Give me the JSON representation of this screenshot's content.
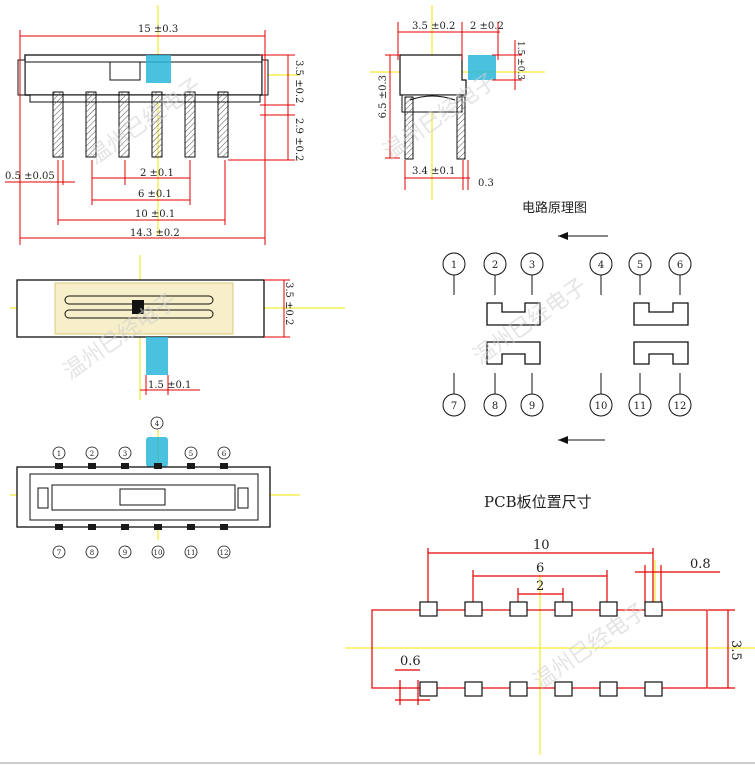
{
  "colors": {
    "red": "#e60000",
    "yellow": "#f2e600",
    "cyan": "#29b6d9",
    "black": "#111111",
    "hatch": "#555555"
  },
  "front": {
    "total_width": "15 ±0.3",
    "height_top": "3.5 ±0.2",
    "leg_len": "2.9 ±0.2",
    "pin_w": "0.5 ±0.05",
    "pitch": "2 ±0.1",
    "span6": "6 ±0.1",
    "span10": "10 ±0.1",
    "span143": "14.3 ±0.2"
  },
  "side": {
    "w35": "3.5 ±0.2",
    "w2": "2 ±0.2",
    "h15": "1.5 ±0.3",
    "h65": "6.5 ±0.3",
    "w34": "3.4 ±0.1",
    "w03": "0.3"
  },
  "top": {
    "h35": "3.5 ±0.2",
    "knob": "1.5 ±0.1"
  },
  "schematic": {
    "title": "电路原理图",
    "top_pins": [
      "1",
      "2",
      "3",
      "4",
      "5",
      "6"
    ],
    "bottom_pins": [
      "7",
      "8",
      "9",
      "10",
      "11",
      "12"
    ]
  },
  "bottomview": {
    "knob_pin": "4",
    "top_pins": [
      "1",
      "2",
      "3",
      "4",
      "5",
      "6"
    ],
    "bottom_pins": [
      "7",
      "8",
      "9",
      "10",
      "11",
      "12"
    ]
  },
  "pcb": {
    "title": "PCB板位置尺寸",
    "d10": "10",
    "d6": "6",
    "d2": "2",
    "d08": "0.8",
    "d06": "0.6",
    "d35": "3.5"
  },
  "watermark": "温州巳经电子"
}
